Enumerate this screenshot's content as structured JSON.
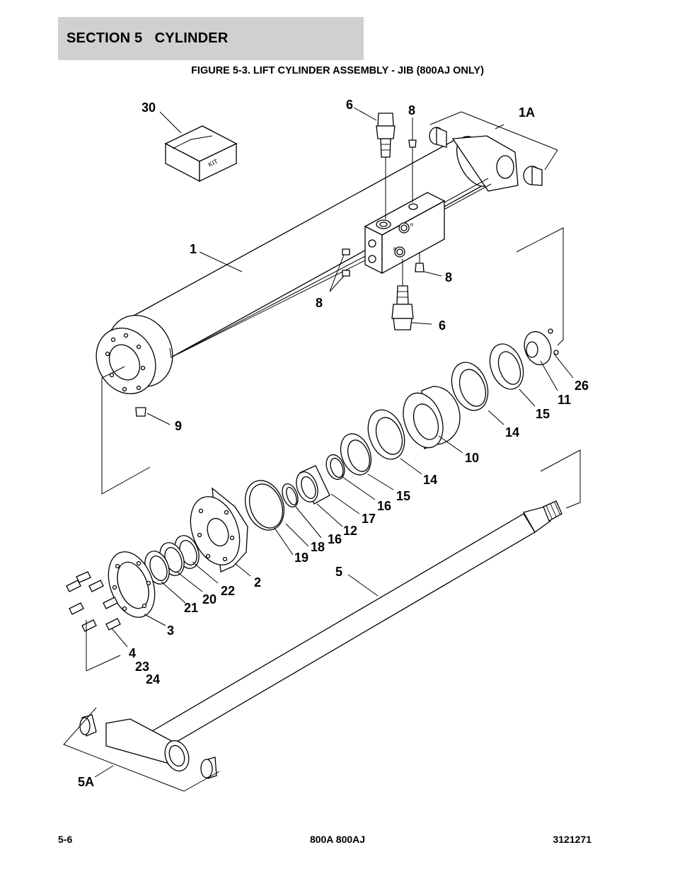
{
  "header": {
    "section_title": "SECTION 5   CYLINDER",
    "figure_title": "FIGURE 5-3. LIFT CYLINDER ASSEMBLY - JIB (800AJ ONLY)"
  },
  "diagram": {
    "kit_label": "KIT",
    "port_letters": [
      "R",
      "B"
    ],
    "callouts": [
      "30",
      "6",
      "8",
      "1A",
      "1",
      "8",
      "8",
      "6",
      "26",
      "11",
      "15",
      "14",
      "9",
      "10",
      "14",
      "15",
      "16",
      "17",
      "12",
      "16",
      "18",
      "19",
      "5",
      "2",
      "22",
      "20",
      "21",
      "3",
      "4",
      "23",
      "24",
      "5A"
    ]
  },
  "footer": {
    "page_number": "5-6",
    "models": "800A 800AJ",
    "doc_number": "3121271"
  }
}
